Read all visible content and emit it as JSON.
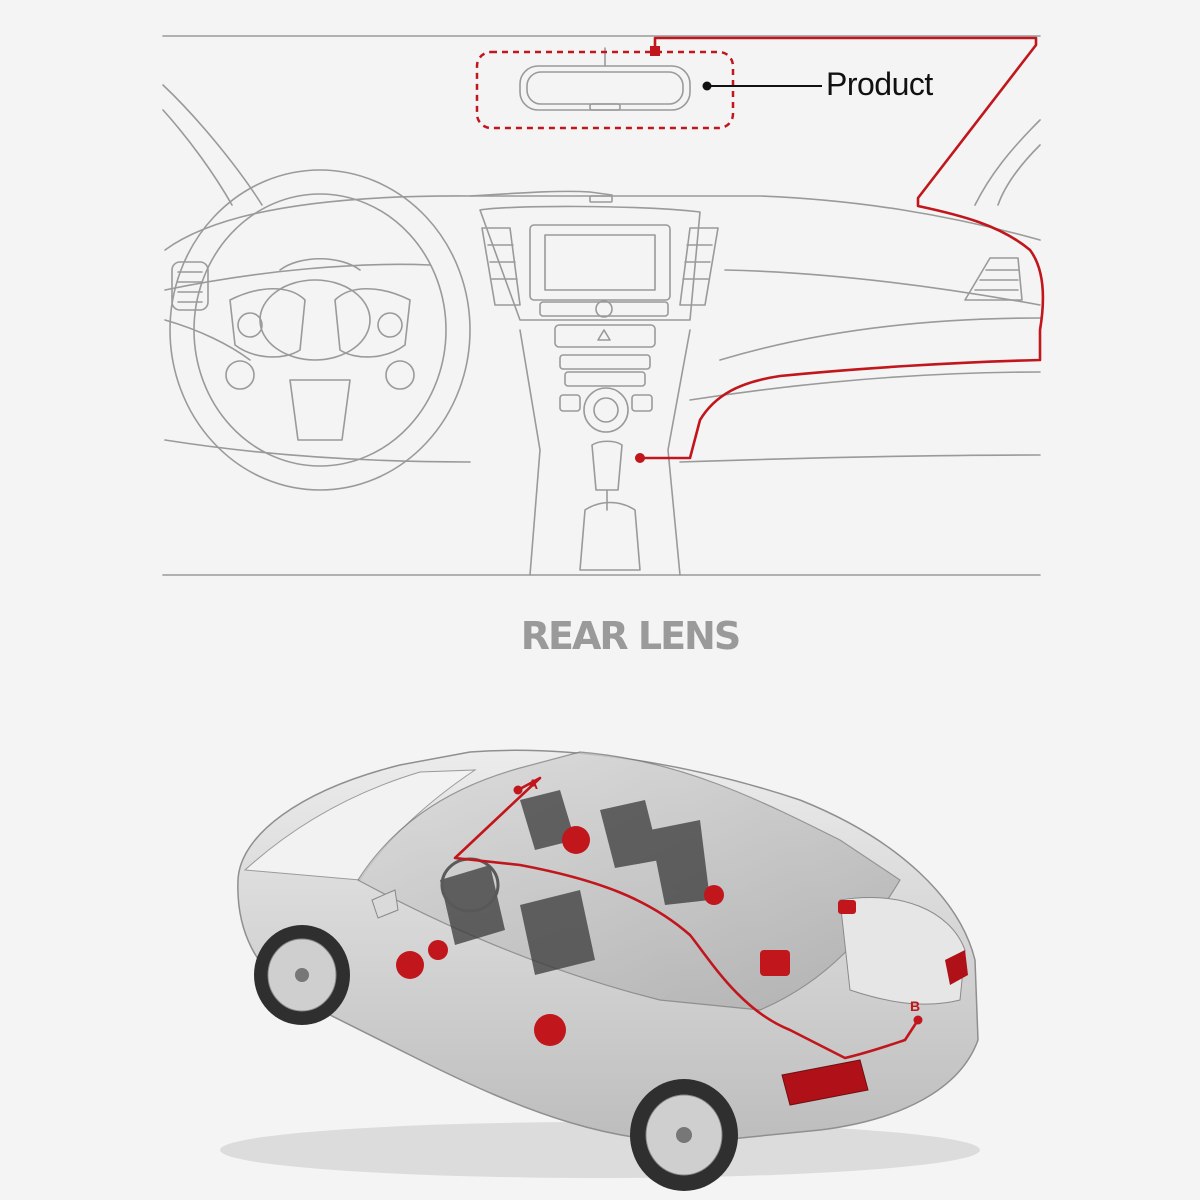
{
  "front": {
    "product_label": "Product"
  },
  "rear": {
    "title": "REAR LENS",
    "point_a": "A",
    "point_b": "B"
  },
  "colors": {
    "wire": "#c0161c",
    "line": "#8a8a8a",
    "title": "#9a9a9a"
  },
  "icons": [
    "rearview-mirror-icon",
    "steering-wheel-icon",
    "infotainment-screen-icon",
    "gear-shift-icon",
    "sedan-car-icon",
    "speaker-icon"
  ]
}
